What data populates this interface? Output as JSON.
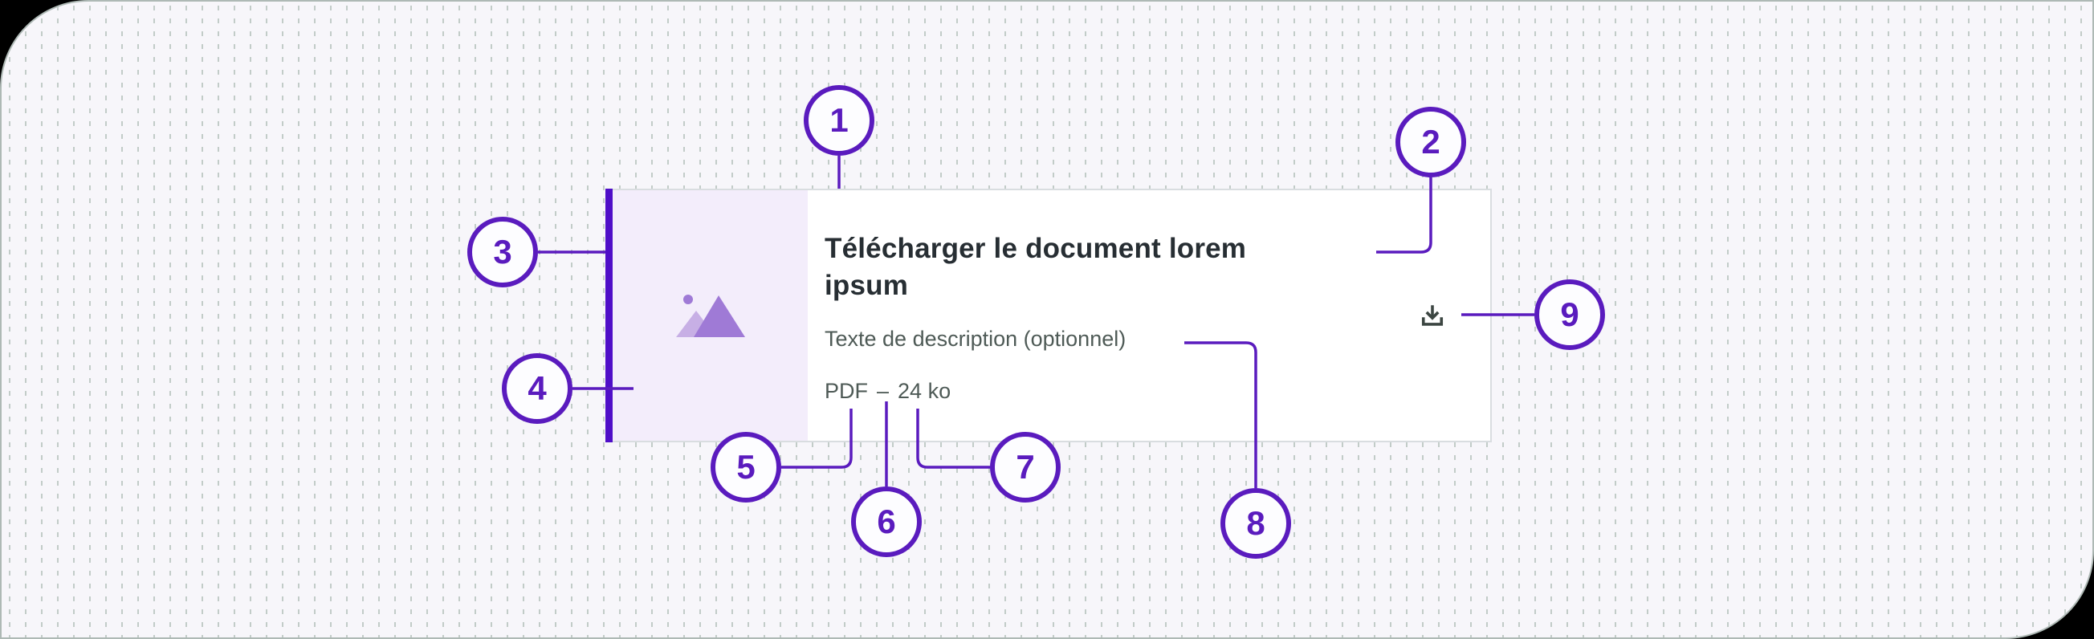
{
  "card": {
    "title": "Télécharger le document lorem ipsum",
    "description": "Texte de description (optionnel)",
    "meta": {
      "file_type": "PDF",
      "separator": "–",
      "file_size": "24 ko"
    }
  },
  "annotations": [
    "1",
    "2",
    "3",
    "4",
    "5",
    "6",
    "7",
    "8",
    "9"
  ],
  "icons": {
    "thumbnail": "image-placeholder-icon",
    "action": "download-icon"
  },
  "colors": {
    "annotation_purple": "#5a1bbe",
    "accent_bar_purple": "#4f0ec8",
    "thumbnail_background": "#f3edfb",
    "thumbnail_icon_dark": "#9f7ad6",
    "thumbnail_icon_light": "#c7afe5",
    "title_text": "#272e33",
    "secondary_text": "#4e5a56",
    "card_background": "#ffffff",
    "card_border": "#d9dde0",
    "frame_background": "#f7f6fa",
    "dot_grid": "#c2ccc8",
    "download_icon": "#3c4642"
  }
}
